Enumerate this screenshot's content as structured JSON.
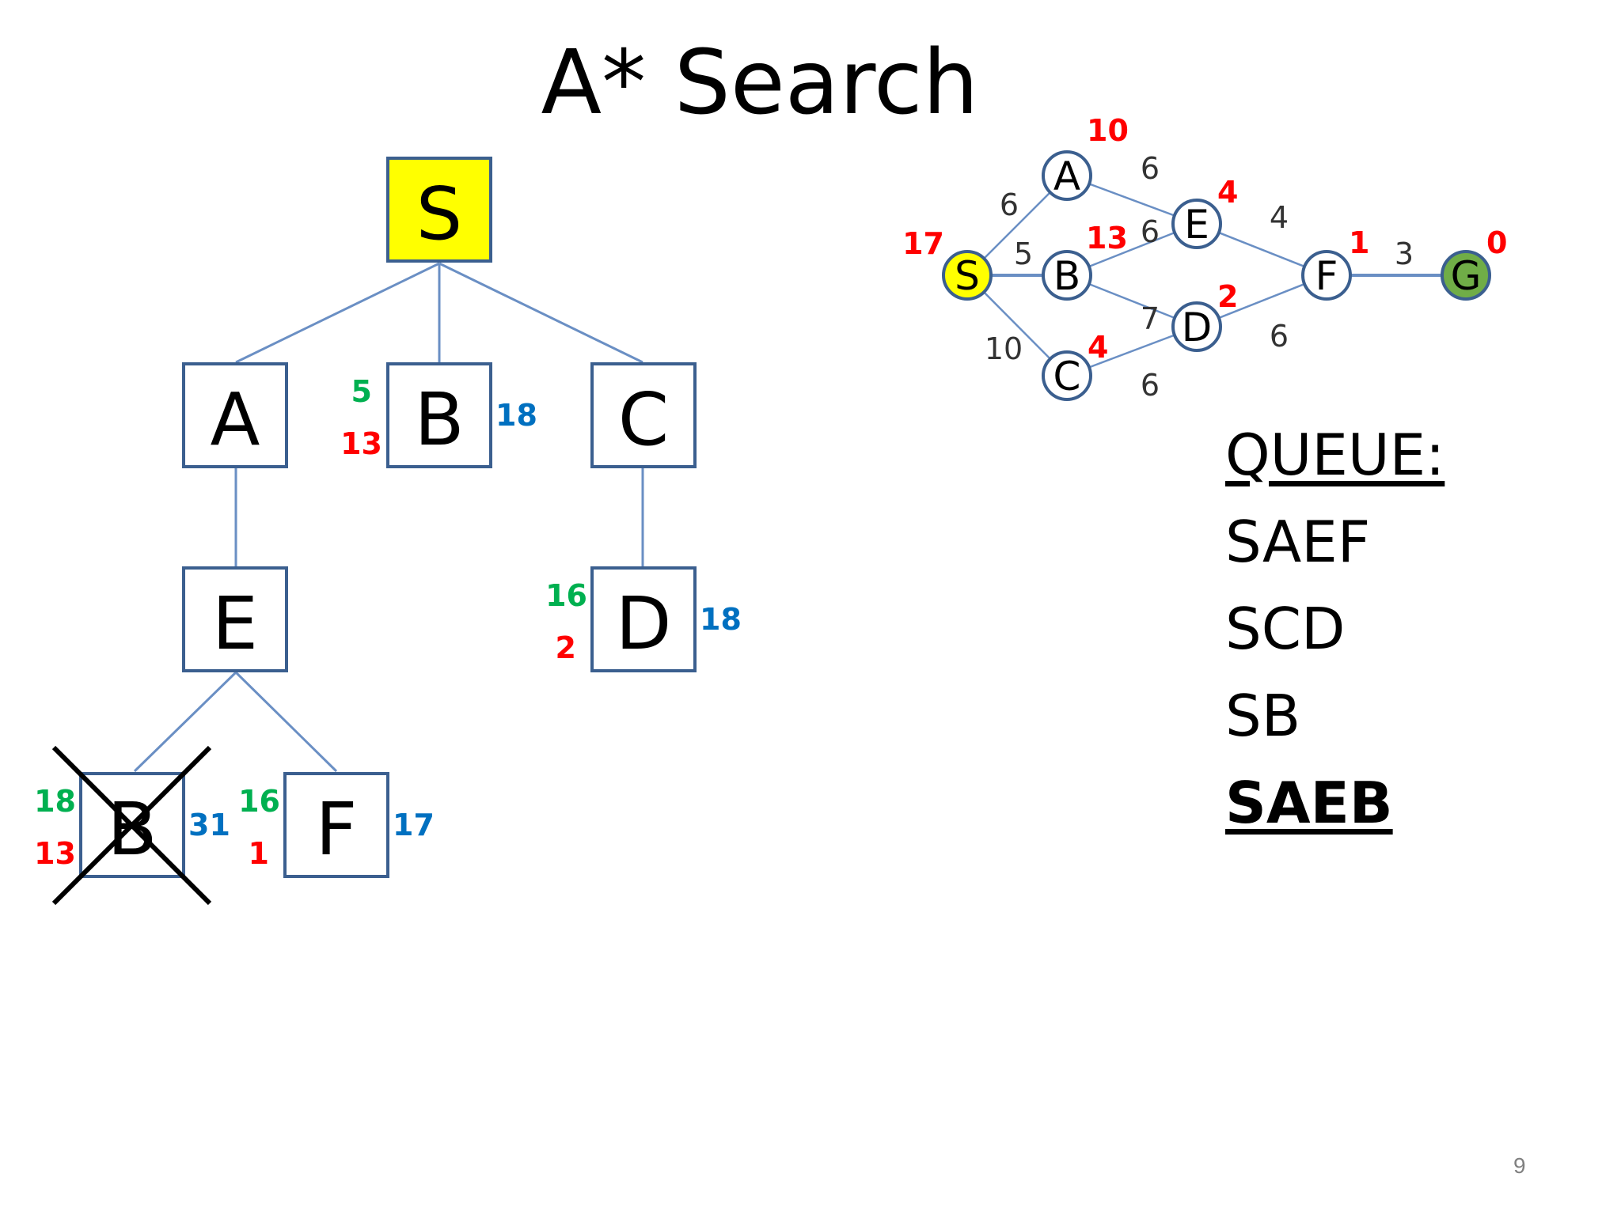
{
  "slide": {
    "title": "A* Search",
    "page_number": "9"
  },
  "colors": {
    "box_border": "#3b5f8f",
    "edge": "#6a8fc4",
    "start_fill": "#ffff00",
    "goal_fill": "#70ad47",
    "g_value": "#00b050",
    "h_value": "#ff0000",
    "f_value": "#0070c0"
  },
  "tree": {
    "nodes": [
      {
        "id": "S",
        "label": "S",
        "highlight": true
      },
      {
        "id": "A1",
        "label": "A"
      },
      {
        "id": "B1",
        "label": "B",
        "g": "5",
        "h": "13",
        "f": "18"
      },
      {
        "id": "C1",
        "label": "C"
      },
      {
        "id": "E1",
        "label": "E"
      },
      {
        "id": "D1",
        "label": "D",
        "g": "16",
        "h": "2",
        "f": "18"
      },
      {
        "id": "B2",
        "label": "B",
        "g": "18",
        "h": "13",
        "f": "31",
        "crossed": true
      },
      {
        "id": "F1",
        "label": "F",
        "g": "16",
        "h": "1",
        "f": "17"
      }
    ],
    "edges": [
      [
        "S",
        "A1"
      ],
      [
        "S",
        "B1"
      ],
      [
        "S",
        "C1"
      ],
      [
        "A1",
        "E1"
      ],
      [
        "C1",
        "D1"
      ],
      [
        "E1",
        "B2"
      ],
      [
        "E1",
        "F1"
      ]
    ]
  },
  "graph": {
    "nodes": [
      {
        "id": "S",
        "label": "S",
        "heuristic": "17",
        "type": "start"
      },
      {
        "id": "A",
        "label": "A",
        "heuristic": "10"
      },
      {
        "id": "B",
        "label": "B",
        "heuristic": "13"
      },
      {
        "id": "C",
        "label": "C",
        "heuristic": "4"
      },
      {
        "id": "E",
        "label": "E",
        "heuristic": "4"
      },
      {
        "id": "D",
        "label": "D",
        "heuristic": "2"
      },
      {
        "id": "F",
        "label": "F",
        "heuristic": "1"
      },
      {
        "id": "G",
        "label": "G",
        "heuristic": "0",
        "type": "goal"
      }
    ],
    "edges": [
      {
        "from": "S",
        "to": "A",
        "weight": "6"
      },
      {
        "from": "S",
        "to": "B",
        "weight": "5"
      },
      {
        "from": "S",
        "to": "C",
        "weight": "10"
      },
      {
        "from": "A",
        "to": "E",
        "weight": "6"
      },
      {
        "from": "B",
        "to": "E",
        "weight": "6"
      },
      {
        "from": "B",
        "to": "D",
        "weight": "7"
      },
      {
        "from": "C",
        "to": "D",
        "weight": "6"
      },
      {
        "from": "E",
        "to": "F",
        "weight": "4"
      },
      {
        "from": "D",
        "to": "F",
        "weight": "6"
      },
      {
        "from": "F",
        "to": "G",
        "weight": "3"
      }
    ]
  },
  "queue": {
    "title": "QUEUE:",
    "items": [
      "SAEF",
      "SCD",
      "SB"
    ],
    "current": "SAEB"
  }
}
